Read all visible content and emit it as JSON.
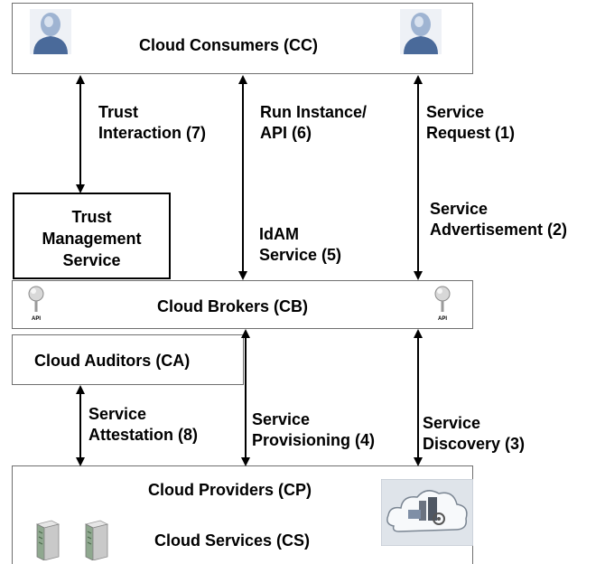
{
  "consumers": {
    "label": "Cloud Consumers (CC)"
  },
  "trust_service": {
    "line1": "Trust",
    "line2": "Management",
    "line3": "Service"
  },
  "brokers": {
    "label": "Cloud Brokers (CB)",
    "api_left": "API",
    "api_right": "API"
  },
  "auditors": {
    "label": "Cloud Auditors (CA)"
  },
  "providers": {
    "label": "Cloud Providers (CP)"
  },
  "services": {
    "label": "Cloud Services (CS)"
  },
  "arrows": {
    "trust_interaction": {
      "line1": "Trust",
      "line2": "Interaction (7)"
    },
    "run_instance": {
      "line1": "Run Instance/",
      "line2": "API (6)"
    },
    "service_request": {
      "line1": "Service",
      "line2": "Request (1)"
    },
    "service_advertisement": {
      "line1": "Service",
      "line2": "Advertisement (2)"
    },
    "idam_service": {
      "line1": "IdAM",
      "line2": "Service (5)"
    },
    "service_attestation": {
      "line1": "Service",
      "line2": "Attestation (8)"
    },
    "service_provisioning": {
      "line1": "Service",
      "line2": "Provisioning (4)"
    },
    "service_discovery": {
      "line1": "Service",
      "line2": "Discovery (3)"
    }
  },
  "icons": [
    "user-icon",
    "api-pin-icon",
    "server-icon",
    "cloud-icon"
  ]
}
